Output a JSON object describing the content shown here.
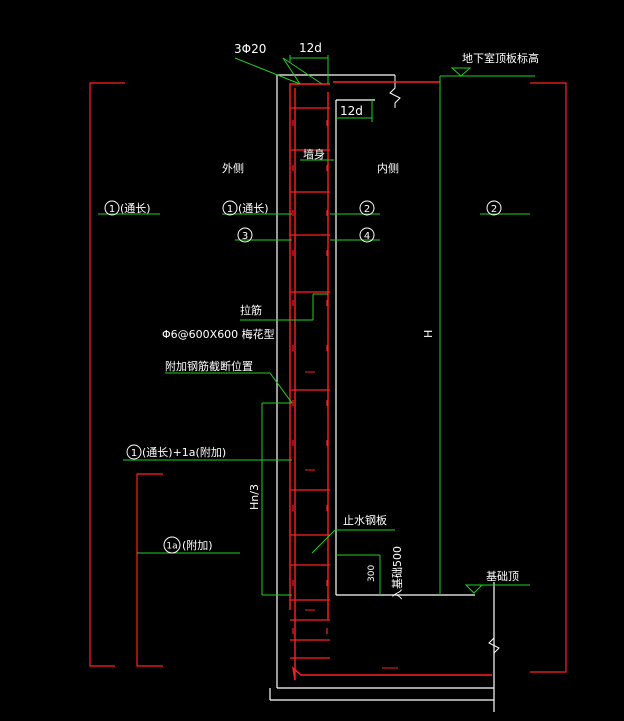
{
  "labels": {
    "top_bars": "3Φ20",
    "anchor_top": "12d",
    "anchor_inner": "12d",
    "top_elevation": "地下室顶板标高",
    "outer_side": "外侧",
    "wall_body": "墙身",
    "inner_side": "内侧",
    "m1": "1",
    "m1_text": "(通长)",
    "m2": "2",
    "m3": "3",
    "m4": "4",
    "tie_bar": "拉筋",
    "tie_spec": "Φ6@600X600 梅花型",
    "cut_position": "附加钢筋截断位置",
    "combo_text": "(通长)+1a(附加)",
    "m1a": "1a",
    "m1a_text": "(附加)",
    "waterstop": "止水钢板",
    "base_top": "基础顶",
    "height": "H",
    "length_hn": "Hn/3",
    "dim_300": "300",
    "dim_500": "入基础500"
  },
  "colors": {
    "red": "#ff2020",
    "green": "#20d020",
    "white": "#ffffff"
  }
}
